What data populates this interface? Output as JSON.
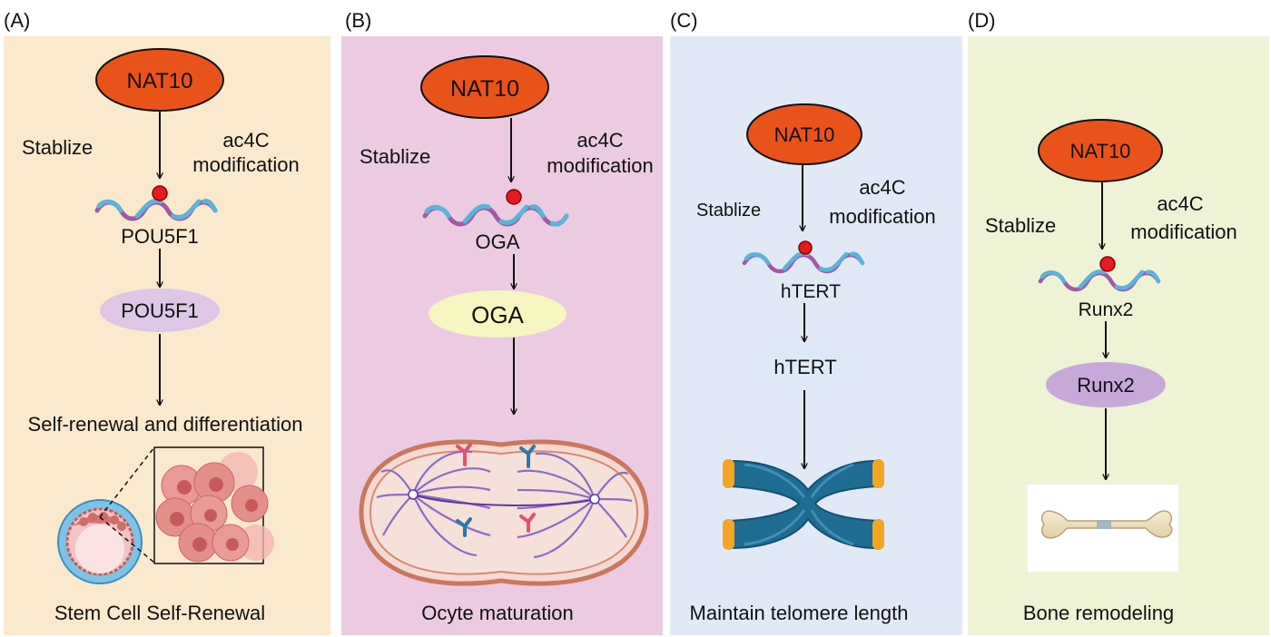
{
  "colors": {
    "panel_a_bg": "#fbe9cd",
    "panel_b_bg": "#eccbe2",
    "panel_c_bg": "#e2e9f6",
    "panel_d_bg": "#eef3d6",
    "nat10_fill": "#e9531a",
    "protein_border": "#2ea7e0",
    "pou5f1_fill": "#ddc6e6",
    "oga_fill": "#f7f5c0",
    "htert_fill": "#dde9f6",
    "runx2_fill": "#c7a8d9",
    "mrna_blue": "#5ab4da",
    "mrna_purple": "#a15aa6",
    "ac4c_dot": "#e8191f"
  },
  "panels": [
    {
      "letter": "(A)",
      "nat10": "NAT10",
      "stabilize": "Stablize",
      "ac4c_line1": "ac4C",
      "ac4c_line2": "modification",
      "mrna_label": "POU5F1",
      "protein_label": "POU5F1",
      "effect": "Self-renewal and differentiation",
      "caption": "Stem Cell Self-Renewal"
    },
    {
      "letter": "(B)",
      "nat10": "NAT10",
      "stabilize": "Stablize",
      "ac4c_line1": "ac4C",
      "ac4c_line2": "modification",
      "mrna_label": "OGA",
      "protein_label": "OGA",
      "caption": "Ocyte maturation"
    },
    {
      "letter": "(C)",
      "nat10": "NAT10",
      "stabilize": "Stablize",
      "ac4c_line1": "ac4C",
      "ac4c_line2": "modification",
      "mrna_label": "hTERT",
      "protein_label": "hTERT",
      "caption": "Maintain telomere length"
    },
    {
      "letter": "(D)",
      "nat10": "NAT10",
      "stabilize": "Stablize",
      "ac4c_line1": "ac4C",
      "ac4c_line2": "modification",
      "mrna_label": "Runx2",
      "protein_label": "Runx2",
      "caption": "Bone remodeling"
    }
  ]
}
